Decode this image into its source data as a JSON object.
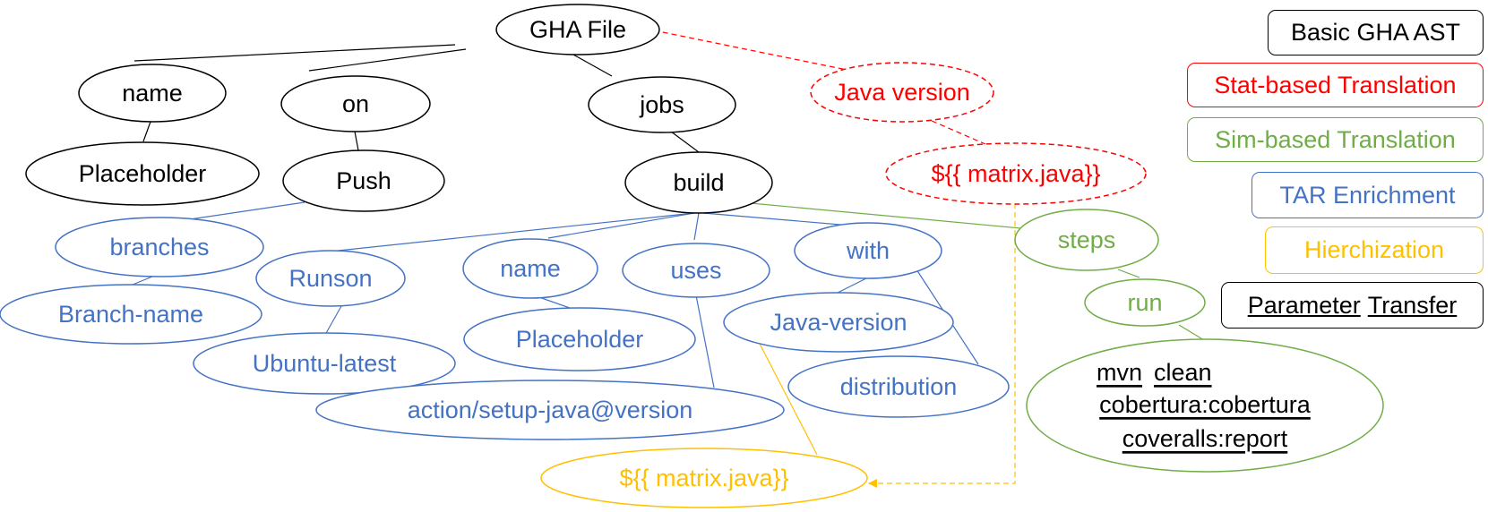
{
  "colors": {
    "basic": "#000000",
    "stat": "#ff0000",
    "sim": "#70ad47",
    "tar": "#4472c4",
    "hier": "#ffc000"
  },
  "nodes": {
    "gha_file": "GHA File",
    "name": "name",
    "on": "on",
    "jobs": "jobs",
    "placeholder_top": "Placeholder",
    "push": "Push",
    "build": "build",
    "java_version_stat": "Java version",
    "matrix_java_stat": "${{ matrix.java}}",
    "branches": "branches",
    "branch_name": "Branch-name",
    "runson": "Runson",
    "ubuntu_latest": "Ubuntu-latest",
    "name_blue": "name",
    "placeholder_blue": "Placeholder",
    "uses": "uses",
    "action_setup_java": "action/setup-java@version",
    "with": "with",
    "java_version_blue": "Java-version",
    "distribution": "distribution",
    "matrix_java_hier": "${{ matrix.java}}",
    "steps": "steps",
    "run": "run",
    "cmd_mvn": "mvn",
    "cmd_clean": "clean",
    "cmd_cobertura": "cobertura:cobertura",
    "cmd_coveralls": "coveralls:report"
  },
  "legend": {
    "basic": "Basic GHA AST",
    "stat": "Stat-based Translation",
    "sim": "Sim-based Translation",
    "tar": "TAR Enrichment",
    "hier": "Hierchization",
    "param_word1": "Parameter",
    "param_word2": "Transfer"
  }
}
